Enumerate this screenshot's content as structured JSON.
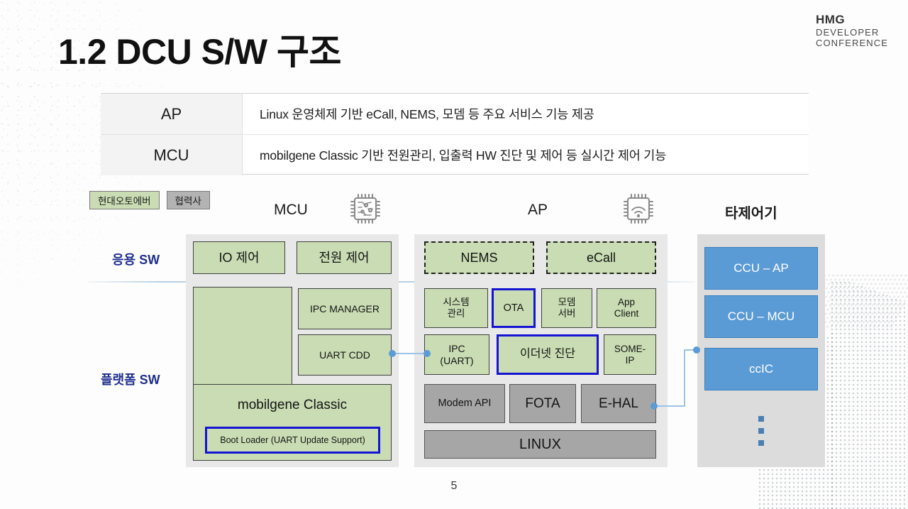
{
  "logo": {
    "line1": "HMG",
    "line2": "DEVELOPER",
    "line3": "CONFERENCE"
  },
  "slide": {
    "title": "1.2 DCU S/W 구조",
    "page_number": "5"
  },
  "spec_table": {
    "rows": [
      {
        "key": "AP",
        "value": "Linux 운영체제 기반 eCall, NEMS, 모뎀 등 주요 서비스 기능 제공"
      },
      {
        "key": "MCU",
        "value": "mobilgene Classic 기반 전원관리, 입출력 HW 진단 및 제어 등 실시간 제어 기능"
      }
    ]
  },
  "legend": {
    "items": [
      {
        "label": "현대오토에버",
        "color": "#c9dcb3"
      },
      {
        "label": "협력사",
        "color": "#b3b3b3"
      }
    ]
  },
  "column_headers": {
    "mcu": "MCU",
    "ap": "AP",
    "external": "타제어기"
  },
  "icons": {
    "mcu": "microchip-icon",
    "ap": "wireless-chip-icon"
  },
  "side_labels": {
    "application_sw": "응용 SW",
    "platform_sw": "플랫폼 SW",
    "color": "#1f2f8f"
  },
  "mcu_panel": {
    "io_control": "IO 제어",
    "power_control": "전원 제어",
    "ipc_manager": "IPC MANAGER",
    "uart_cdd": "UART CDD",
    "mobilgene": "mobilgene Classic",
    "boot_loader": "Boot Loader (UART Update Support)"
  },
  "ap_panel": {
    "nems": "NEMS",
    "ecall": "eCall",
    "system_mgmt": "시스템\n관리",
    "ota": "OTA",
    "modem_server": "모뎀\n서버",
    "app_client": "App\nClient",
    "ipc_uart": "IPC\n(UART)",
    "ethernet_diag": "이더넷 진단",
    "some_ip": "SOME-\nIP",
    "modem_api": "Modem API",
    "fota": "FOTA",
    "e_hal": "E-HAL",
    "linux": "LINUX"
  },
  "external_panel": {
    "ccu_ap": "CCU – AP",
    "ccu_mcu": "CCU – MCU",
    "ccic": "ccIC",
    "more_indicator": "vertical-ellipsis"
  },
  "colors": {
    "green_box": "#c9dcb3",
    "gray_box": "#a6a6a6",
    "blue_box": "#5b9bd5",
    "highlight_border": "#1414d2",
    "connector": "#9dc3e6",
    "panel_bg": "#e8e8e8",
    "divider": "#b7cfe4"
  }
}
